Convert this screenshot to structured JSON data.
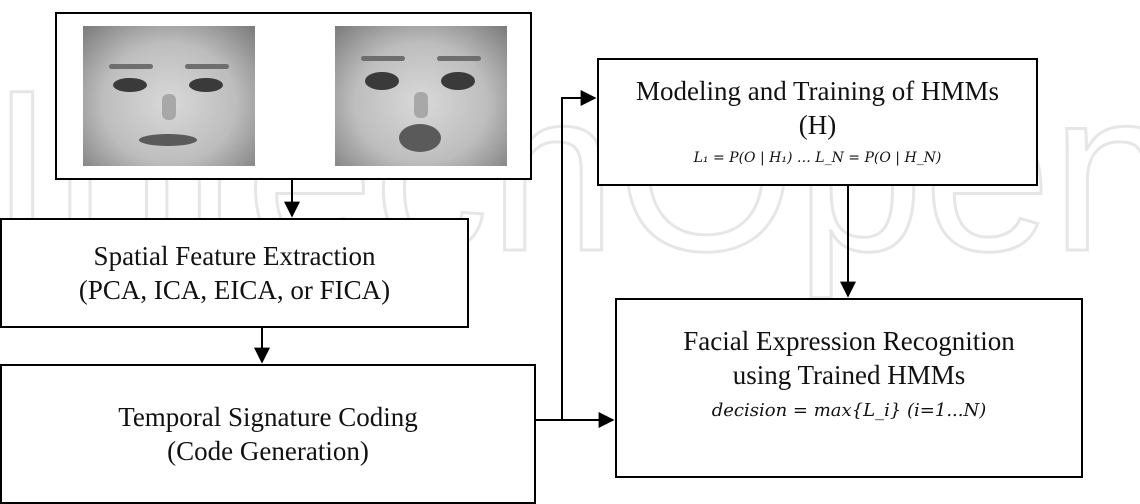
{
  "boxes": {
    "images": {
      "ellipsis": "..."
    },
    "spatial": {
      "line1": "Spatial Feature Extraction",
      "line2": "(PCA, ICA, EICA, or FICA)"
    },
    "temporal": {
      "line1": "Temporal Signature Coding",
      "line2": "(Code Generation)"
    },
    "hmm": {
      "line1": "Modeling and Training of HMMs",
      "line2": "(H)",
      "formula": "L₁ = P(O | H₁) … L_N = P(O | H_N)"
    },
    "recognition": {
      "line1": "Facial Expression Recognition",
      "line2": "using Trained HMMs",
      "formula": "decision = max{L_i} (i=1...N)"
    }
  },
  "watermark": {
    "text": "IntechOpen",
    "color": "#e6e6e6"
  },
  "colors": {
    "stroke": "#000000",
    "text": "#111111"
  },
  "icons": [
    "face-image-neutral",
    "face-image-surprised",
    "arrow-head"
  ]
}
